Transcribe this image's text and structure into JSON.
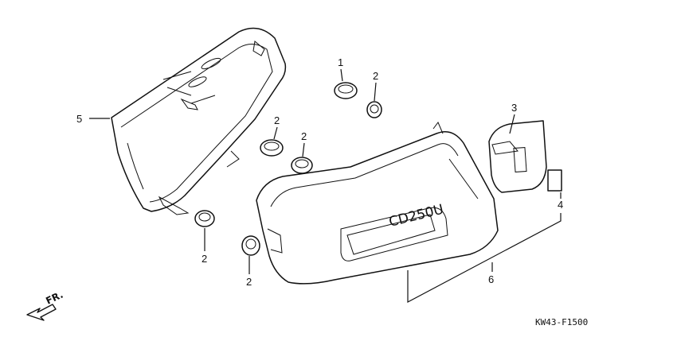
{
  "diagram": {
    "drawing_code": "KW43-F1500",
    "direction_label": "FR.",
    "emblem_text": "CD250U",
    "callouts": [
      {
        "id": "c1",
        "label": "1"
      },
      {
        "id": "c2a",
        "label": "2"
      },
      {
        "id": "c2b",
        "label": "2"
      },
      {
        "id": "c2c",
        "label": "2"
      },
      {
        "id": "c2d",
        "label": "2"
      },
      {
        "id": "c2e",
        "label": "2"
      },
      {
        "id": "c3",
        "label": "3"
      },
      {
        "id": "c4",
        "label": "4"
      },
      {
        "id": "c5",
        "label": "5"
      },
      {
        "id": "c6",
        "label": "6"
      }
    ]
  }
}
